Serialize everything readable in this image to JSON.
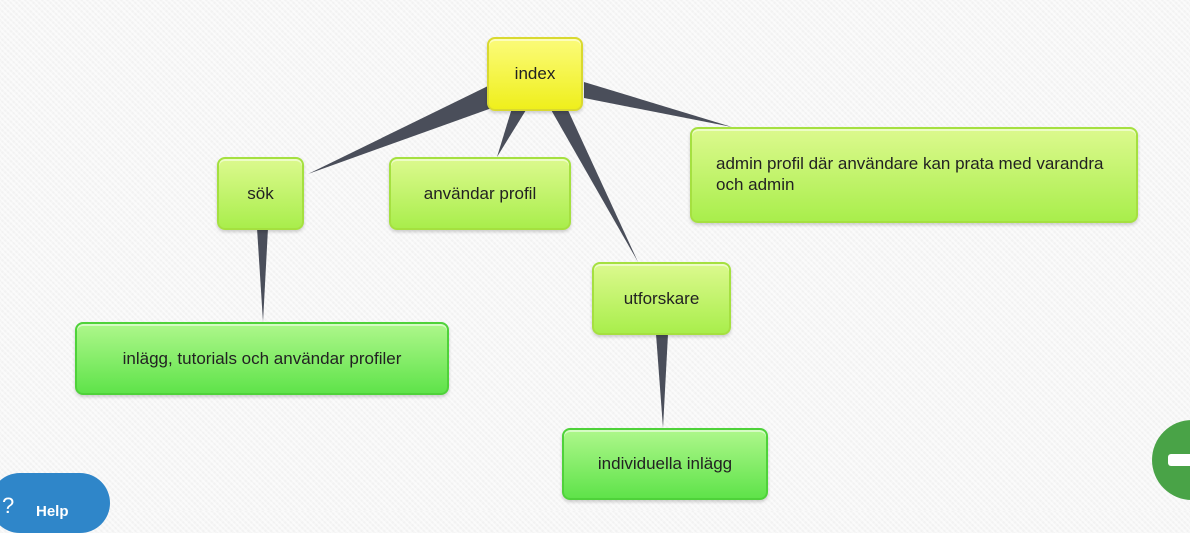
{
  "mindmap": {
    "nodes": {
      "index": "index",
      "sok": "sök",
      "anvandar_profil": "användar profil",
      "admin_profil": "admin profil där användare kan prata med varandra och admin",
      "utforskare": "utforskare",
      "inlagg_tutorials": "inlägg, tutorials och användar profiler",
      "individuella_inlagg": "individuella inlägg"
    }
  },
  "help": {
    "label": "Help",
    "icon": "help-icon"
  },
  "fab": {
    "icon": "add-icon"
  },
  "colors": {
    "root": "#f2f23a",
    "level1": "#bdf266",
    "level2": "#6be855",
    "link": "#4a4e5a",
    "help": "#2f86c9",
    "fab": "#49a347"
  }
}
